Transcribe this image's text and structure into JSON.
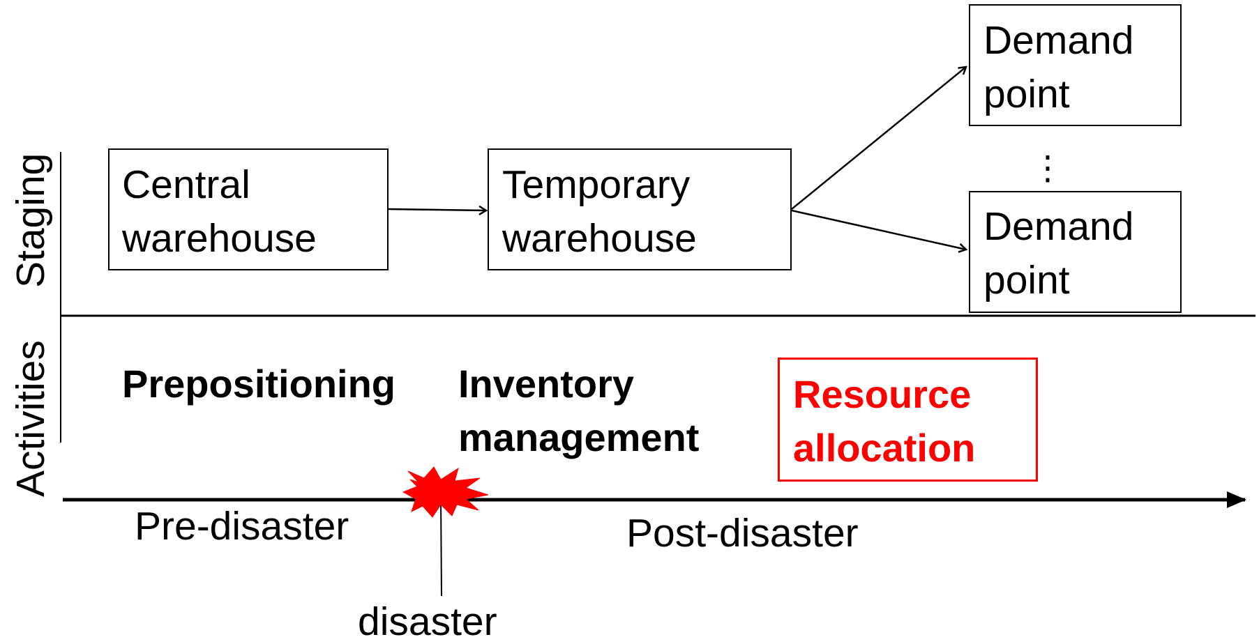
{
  "axes": {
    "vertical_upper_label": "Staging",
    "vertical_lower_label": "Activities"
  },
  "staging": {
    "central_warehouse": "Central\nwarehouse",
    "temporary_warehouse": "Temporary\nwarehouse",
    "demand_point_top": "Demand\npoint",
    "demand_point_bottom": "Demand\npoint",
    "ellipsis": "⋮"
  },
  "activities": {
    "prepositioning": "Prepositioning",
    "inventory_management": "Inventory\nmanagement",
    "resource_allocation": "Resource\nallocation"
  },
  "timeline": {
    "pre_disaster": "Pre-disaster",
    "post_disaster": "Post-disaster",
    "disaster": "disaster"
  },
  "colors": {
    "highlight": "#ff0000",
    "lines": "#000000"
  }
}
